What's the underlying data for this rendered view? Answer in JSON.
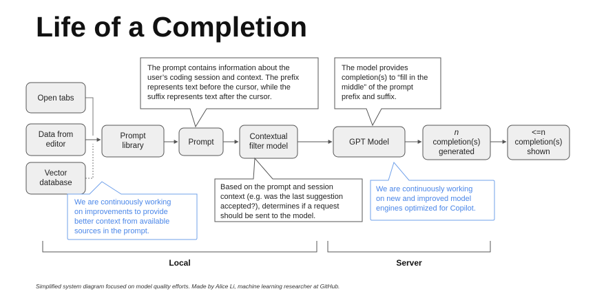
{
  "title": "Life of a Completion",
  "caption": "Simplified system diagram focused on model quality efforts. Made by Alice Li, machine learning researcher at GitHub.",
  "nodes": {
    "open_tabs": [
      "Open tabs"
    ],
    "data_from_editor": [
      "Data from",
      "editor"
    ],
    "vector_database": [
      "Vector",
      "database"
    ],
    "prompt_library": [
      "Prompt",
      "library"
    ],
    "prompt": [
      "Prompt"
    ],
    "contextual_filter_model": [
      "Contextual",
      "filter model"
    ],
    "gpt_model": [
      "GPT Model"
    ],
    "completions_generated": [
      "n",
      "completion(s)",
      "generated"
    ],
    "completions_shown": [
      "<=n",
      "completion(s)",
      "shown"
    ]
  },
  "callouts": {
    "prompt_info": [
      "The prompt contains information about the",
      "user’s coding session and context. The prefix",
      "represents text before the cursor, while the",
      "suffix represents text after the cursor."
    ],
    "model_info": [
      "The model provides",
      "completion(s) to “fill in the",
      "middle” of the prompt",
      "prefix and suffix."
    ],
    "filter_info": [
      "Based on the prompt and session",
      "context (e.g. was the last suggestion",
      "accepted?), determines if a request",
      "should be sent to the model."
    ],
    "local_improvements": [
      "We are continuously working",
      "on improvements to provide",
      "better context from available",
      "sources in the prompt."
    ],
    "server_improvements": [
      "We are continuously working",
      "on new and improved model",
      "engines optimized for Copilot."
    ]
  },
  "regions": {
    "local": "Local",
    "server": "Server"
  },
  "colors": {
    "box_fill": "#efefef",
    "box_stroke": "#555555",
    "blue": "#4a86e8"
  }
}
